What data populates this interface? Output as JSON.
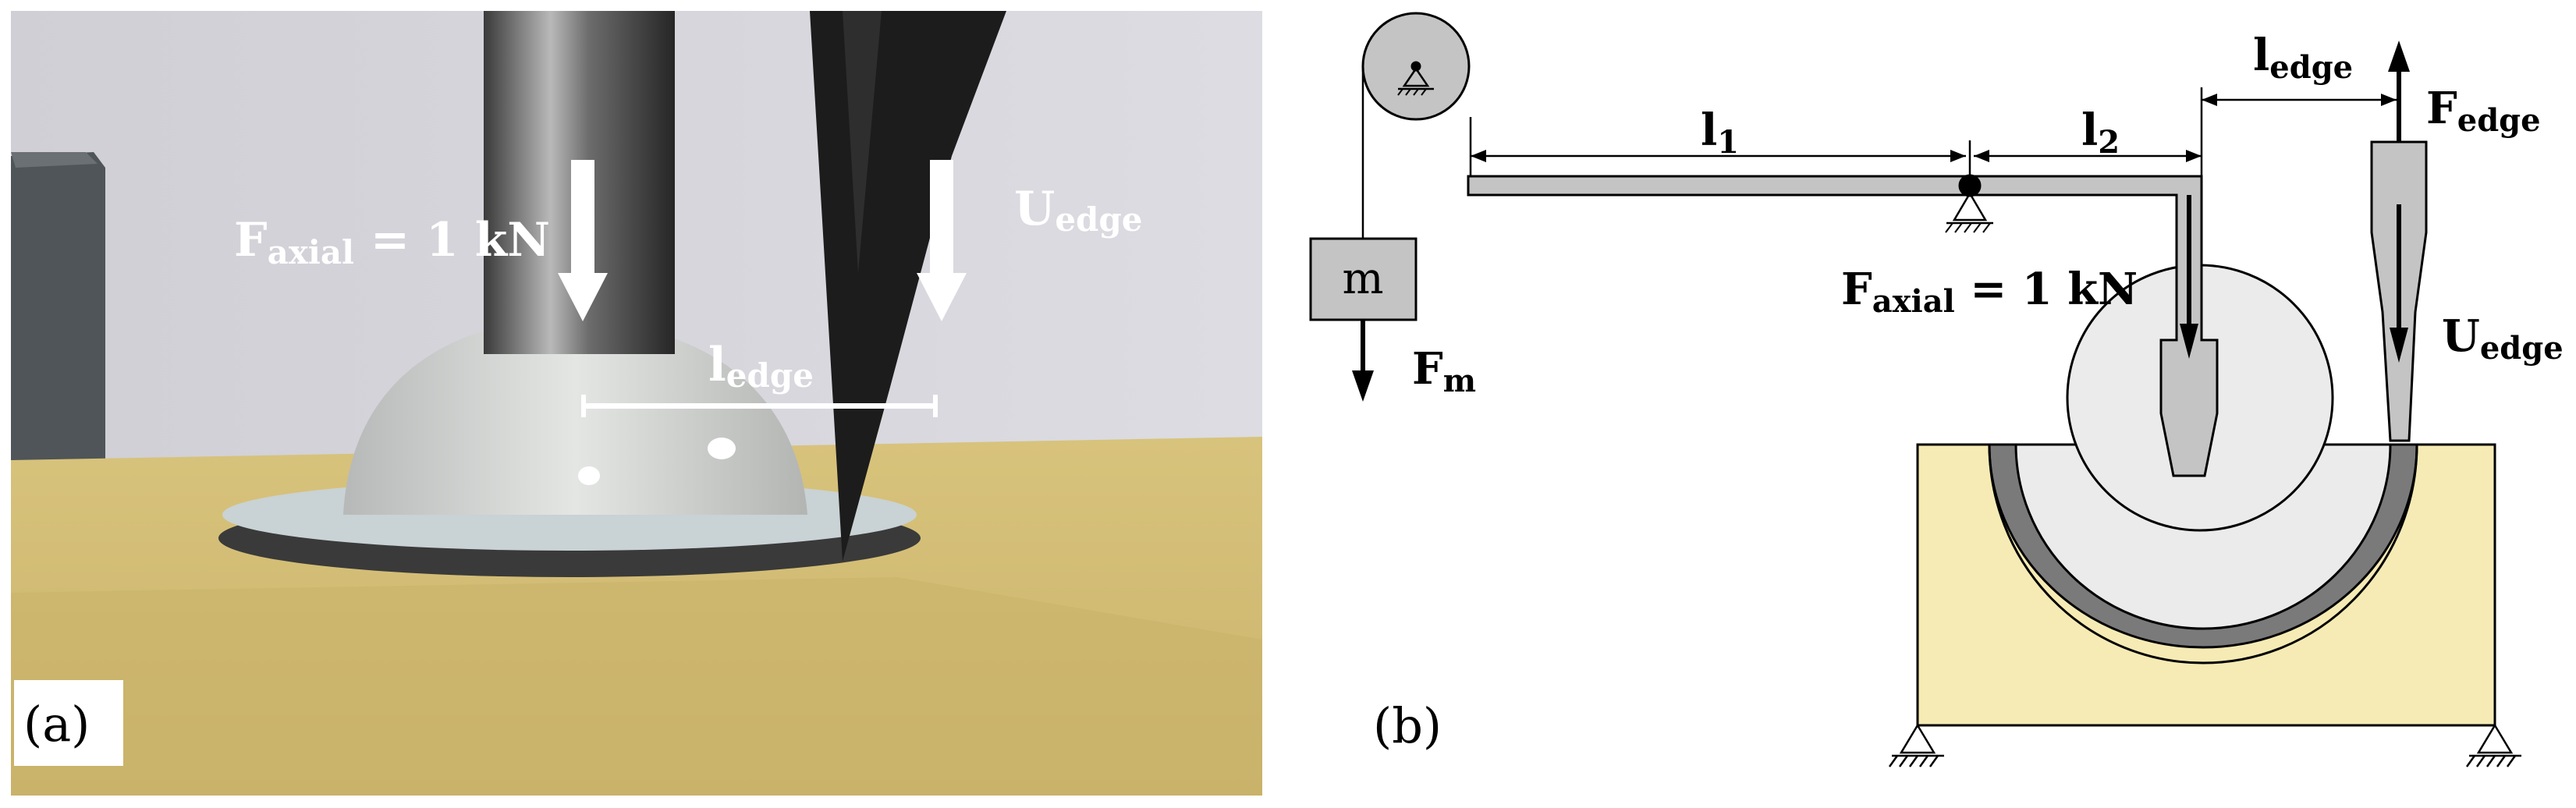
{
  "panel_a": {
    "tag": "(a)",
    "f_axial": {
      "main": "F",
      "sub": "axial",
      "rest": " = 1 kN"
    },
    "u_edge": {
      "main": "U",
      "sub": "edge"
    },
    "l_edge": {
      "main": "l",
      "sub": "edge"
    }
  },
  "panel_b": {
    "tag": "(b)",
    "mass": "m",
    "f_m": {
      "main": "F",
      "sub": "m"
    },
    "l1": {
      "main": "l",
      "sub": "1"
    },
    "l2": {
      "main": "l",
      "sub": "2"
    },
    "l_edge": {
      "main": "l",
      "sub": "edge"
    },
    "f_edge": {
      "main": "F",
      "sub": "edge"
    },
    "f_axial": {
      "main": "F",
      "sub": "axial",
      "rest": " = 1 kN"
    },
    "u_edge": {
      "main": "U",
      "sub": "edge"
    }
  },
  "colors": {
    "foam": "#f6ebb4",
    "rod": "#c4c4c4",
    "liner_outer": "#7a7a7a",
    "liner_inner": "#ebebeb",
    "photo_foam": "#d9c47e",
    "photo_bg": "#d7d7dd"
  }
}
